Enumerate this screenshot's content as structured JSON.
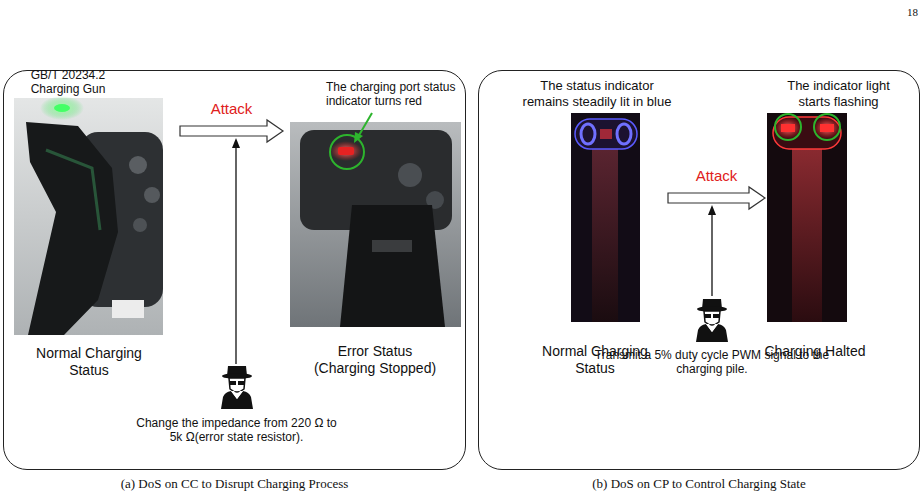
{
  "diagram": {
    "nodes": [
      {
        "text": [
          "(a) DoS on CC to Disrupt Charging Process"
        ]
      },
      {
        "text": [
          "GB/T 20234.2 Charging Gun",
          "Normal Charging Status"
        ],
        "in": 0
      },
      {
        "text": [
          "The charging port status indicator turns red",
          "Error Status (Charging Stopped)"
        ],
        "in": 0
      },
      {
        "text": [
          "(b) DoS on CP to Control Charging State"
        ]
      },
      {
        "text": [
          "The status indicator remains steadily lit in blue",
          "Normal Charging Status"
        ],
        "in": 3
      },
      {
        "text": [
          "The indicator light starts flashing",
          "Charging Halted"
        ],
        "in": 3
      }
    ],
    "edges": [
      {
        "from": 1,
        "to": 2,
        "arrow": "to",
        "label": "Attack"
      },
      {
        "from": 4,
        "to": 5,
        "arrow": "to",
        "label": "Attack"
      }
    ],
    "labels": [
      "18",
      "Change the impedance from 220 Ω to 5k Ω(error state resistor).",
      "Transmit a 5% duty cycle PWM signal to the charging pile."
    ]
  }
}
